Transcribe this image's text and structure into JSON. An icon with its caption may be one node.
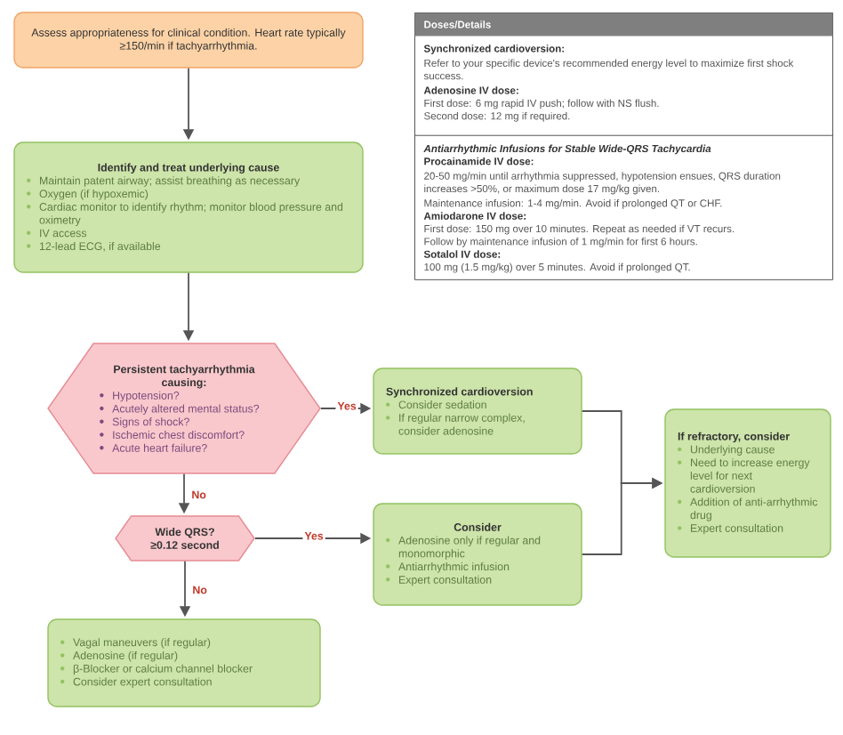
{
  "diagram": {
    "nodes": [
      {
        "text": [
          "Assess appropriateness for clinical condition. Heart rate typically ≥150/min if tachyarrhythmia."
        ]
      },
      {
        "text": [
          "Identify and treat underlying cause",
          "Maintain patent airway; assist breathing as necessary",
          "Oxygen (if hypoxemic)",
          "Cardiac monitor to identify rhythm; monitor blood pressure and oximetry",
          "IV access",
          "12-lead ECG, if available"
        ]
      },
      {
        "text": [
          "Persistent tachyarrhythmia causing:",
          "Hypotension?",
          "Acutely altered mental status?",
          "Signs of shock?",
          "Ischemic chest discomfort?",
          "Acute heart failure?"
        ]
      },
      {
        "text": [
          "Wide QRS? ≥0.12 second"
        ]
      },
      {
        "text": [
          "Vagal maneuvers (if regular)",
          "Adenosine (if regular)",
          "β-Blocker or calcium channel blocker",
          "Consider expert consultation"
        ]
      },
      {
        "text": [
          "Synchronized cardioversion",
          "Consider sedation",
          "If regular narrow complex, consider adenosine"
        ]
      },
      {
        "text": [
          "Consider",
          "Adenosine only if regular and monomorphic",
          "Antiarrhythmic infusion",
          "Expert consultation"
        ]
      },
      {
        "text": [
          "If refractory, consider",
          "Underlying cause",
          "Need to increase energy level for next cardioversion",
          "Addition of anti-arrhythmic drug",
          "Expert consultation"
        ]
      },
      {
        "text": [
          "Doses/Details",
          "Synchronized cardioversion:",
          "Refer to your specific device's recommended energy level to maximize first shock success.",
          "Adenosine IV dose:",
          "First dose: 6 mg rapid IV push; follow with NS flush.",
          "Second dose: 12 mg if required.",
          "Antiarrhythmic Infusions for Stable Wide-QRS Tachycardia",
          "Procainamide IV dose:",
          "20-50 mg/min until arrhythmia suppressed, hypotension ensues, QRS duration increases >50%, or maximum dose 17 mg/kg given.",
          "Maintenance infusion: 1-4 mg/min. Avoid if prolonged QT or CHF.",
          "Amiodarone IV dose:",
          "First dose: 150 mg over 10 minutes. Repeat as needed if VT recurs.",
          "Follow by maintenance infusion of 1 mg/min for first 6 hours.",
          "Sotalol IV dose:",
          "100 mg (1.5 mg/kg) over 5 minutes. Avoid if prolonged QT."
        ]
      }
    ],
    "edges": [
      {
        "from": 0,
        "to": 1,
        "arrow": "to"
      },
      {
        "from": 1,
        "to": 2,
        "arrow": "to"
      },
      {
        "from": 2,
        "to": 5,
        "arrow": "to",
        "label": "Yes"
      },
      {
        "from": 2,
        "to": 3,
        "arrow": "to",
        "label": "No"
      },
      {
        "from": 3,
        "to": 6,
        "arrow": "to",
        "label": "Yes"
      },
      {
        "from": 3,
        "to": 4,
        "arrow": "to",
        "label": "No"
      },
      {
        "from": 5,
        "to": 7,
        "arrow": "to"
      },
      {
        "from": 6,
        "to": 7,
        "arrow": "to"
      }
    ]
  }
}
